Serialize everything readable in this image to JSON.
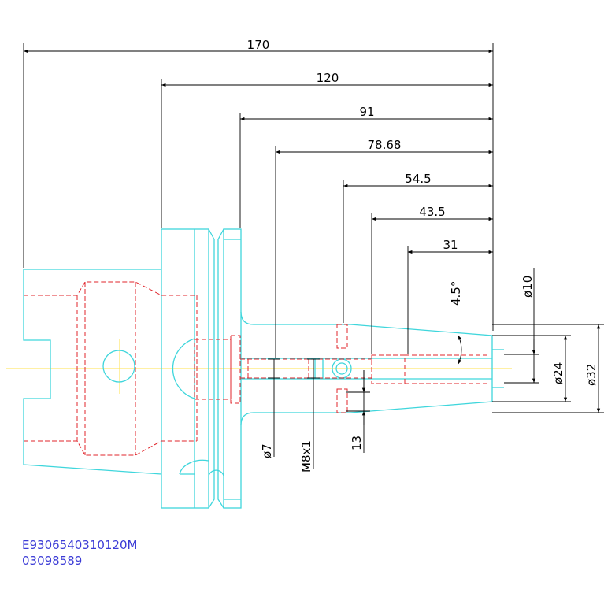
{
  "drawing": {
    "dimensions": {
      "overall": "170",
      "flange": "120",
      "collar": "91",
      "bore_depth": "78.68",
      "groove": "54.5",
      "nose_bore": "43.5",
      "taper_length": "31",
      "taper_angle": "4.5°",
      "dia_bore": "ø10",
      "dia_nose": "ø24",
      "dia_collar": "ø32",
      "dia_hole": "ø7",
      "thread": "M8x1",
      "groove_width": "13"
    },
    "identification": {
      "part_number": "E9306540310120M",
      "order_code": "03098589"
    },
    "colors": {
      "outline": "#3fd6dc",
      "hidden": "#e0252b",
      "centerline": "#ffe14a",
      "dimension": "#000000",
      "id_text": "#3b3bd6"
    }
  }
}
